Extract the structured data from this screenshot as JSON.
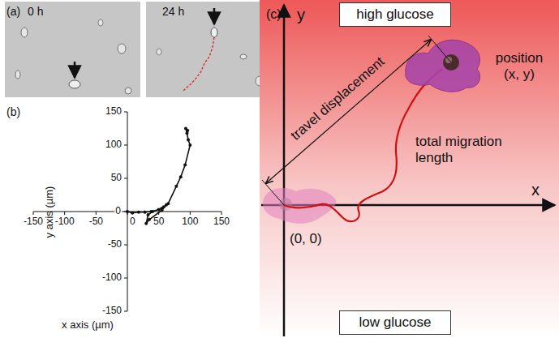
{
  "diagram": {
    "nodes": [
      {
        "text": [
          "high glucose"
        ]
      },
      {
        "text": [
          "low glucose"
        ]
      }
    ],
    "labels": [
      "(a)",
      "0 h",
      "24 h",
      "(b)",
      "150",
      "100",
      "50",
      "0",
      "-50",
      "-100",
      "-150",
      "-150",
      "-100",
      "-50",
      "0",
      "50",
      "100",
      "150",
      "y axis (µm)",
      "x axis (µm)",
      "(c)",
      "y",
      "x",
      "travel displacement",
      "position (x, y)",
      "total migration length",
      "(0, 0)"
    ]
  }
}
